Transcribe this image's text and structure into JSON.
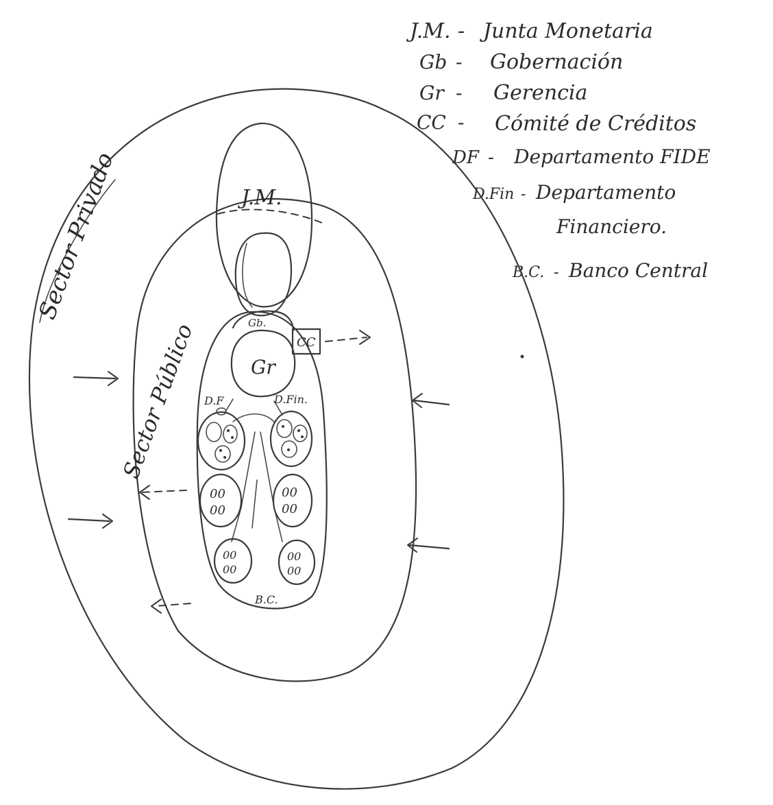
{
  "legend": {
    "items": [
      {
        "abbr": "J.M.",
        "sep": "-",
        "full": "Junta Monetaria"
      },
      {
        "abbr": "Gb",
        "sep": "-",
        "full": "Gobernación"
      },
      {
        "abbr": "Gr",
        "sep": "-",
        "full": "Gerencia"
      },
      {
        "abbr": "CC",
        "sep": "-",
        "full": "Cómité de Créditos"
      },
      {
        "abbr": "DF",
        "sep": "-",
        "full": "Departamento FIDE"
      },
      {
        "abbr": "D.Fin",
        "sep": "-",
        "full": "Departamento"
      },
      {
        "abbr": "",
        "sep": "",
        "full": "Financiero."
      },
      {
        "abbr": "B.C.",
        "sep": "-",
        "full": "Banco Central"
      }
    ]
  },
  "diagram": {
    "outer_label": "Sector Privado",
    "middle_label": "Sector Público",
    "jm_label": "J.M.",
    "gb_label": "Gb.",
    "gr_label": "Gr",
    "cc_label": "CC",
    "df_label": "D.F",
    "dfin_label": "D.Fin.",
    "bc_label": "B.C.",
    "cell_glyphs": "00"
  }
}
